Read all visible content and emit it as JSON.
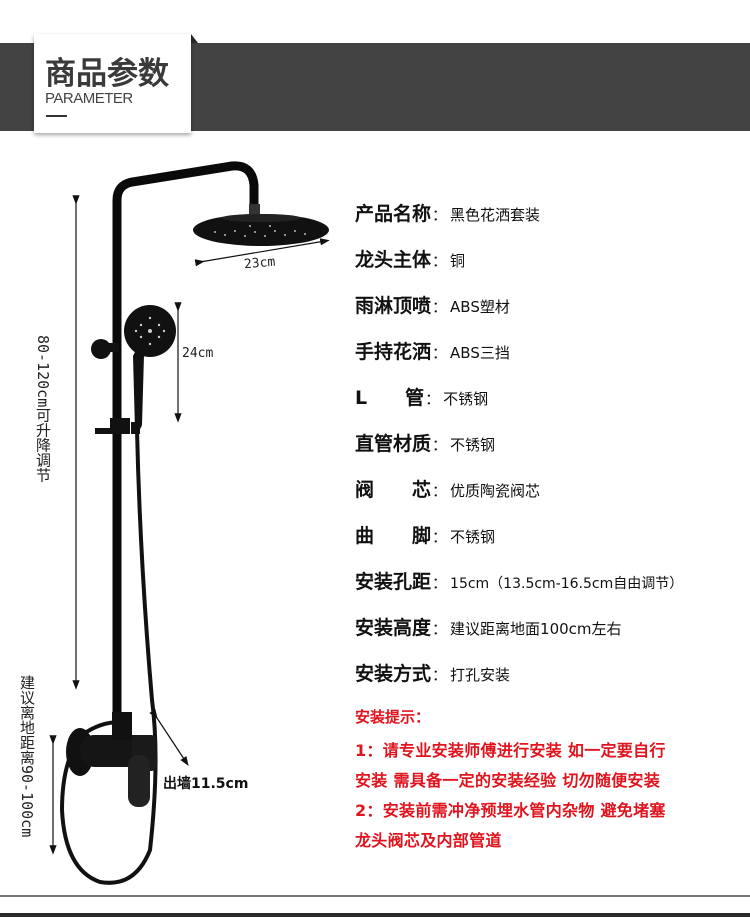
{
  "header": {
    "title_cn": "商品参数",
    "title_en": "PARAMETER",
    "band_color": "#434343"
  },
  "diagram": {
    "shower_head_width": "23cm",
    "hand_shower_height": "24cm",
    "rail_height": "80-120cm可升降调节",
    "install_height": "建议离地距离90-100cm",
    "wall_projection": "出墙11.5cm"
  },
  "specs": [
    {
      "label": "产品名称",
      "value": "黑色花洒套装"
    },
    {
      "label": "龙头主体",
      "value": "铜"
    },
    {
      "label": "雨淋顶喷",
      "value": "ABS塑材"
    },
    {
      "label": "手持花洒",
      "value": "ABS三挡"
    },
    {
      "label": "L　　管",
      "value": "不锈钢"
    },
    {
      "label": "直管材质",
      "value": "不锈钢"
    },
    {
      "label": "阀　　芯",
      "value": "优质陶瓷阀芯"
    },
    {
      "label": "曲　　脚",
      "value": "不锈钢"
    },
    {
      "label": "安装孔距",
      "value": "15cm（13.5cm-16.5cm自由调节）"
    },
    {
      "label": "安装高度",
      "value": "建议距离地面100cm左右"
    },
    {
      "label": "安装方式",
      "value": "打孔安装"
    }
  ],
  "spec_colon": "：",
  "tips": {
    "title": "安装提示：",
    "lines": [
      "1：请专业安装师傅进行安装 如一定要自行",
      "安装 需具备一定的安装经验 切勿随便安装",
      "2：安装前需冲净预埋水管内杂物 避免堵塞",
      "龙头阀芯及内部管道"
    ],
    "color": "#e0141e"
  }
}
